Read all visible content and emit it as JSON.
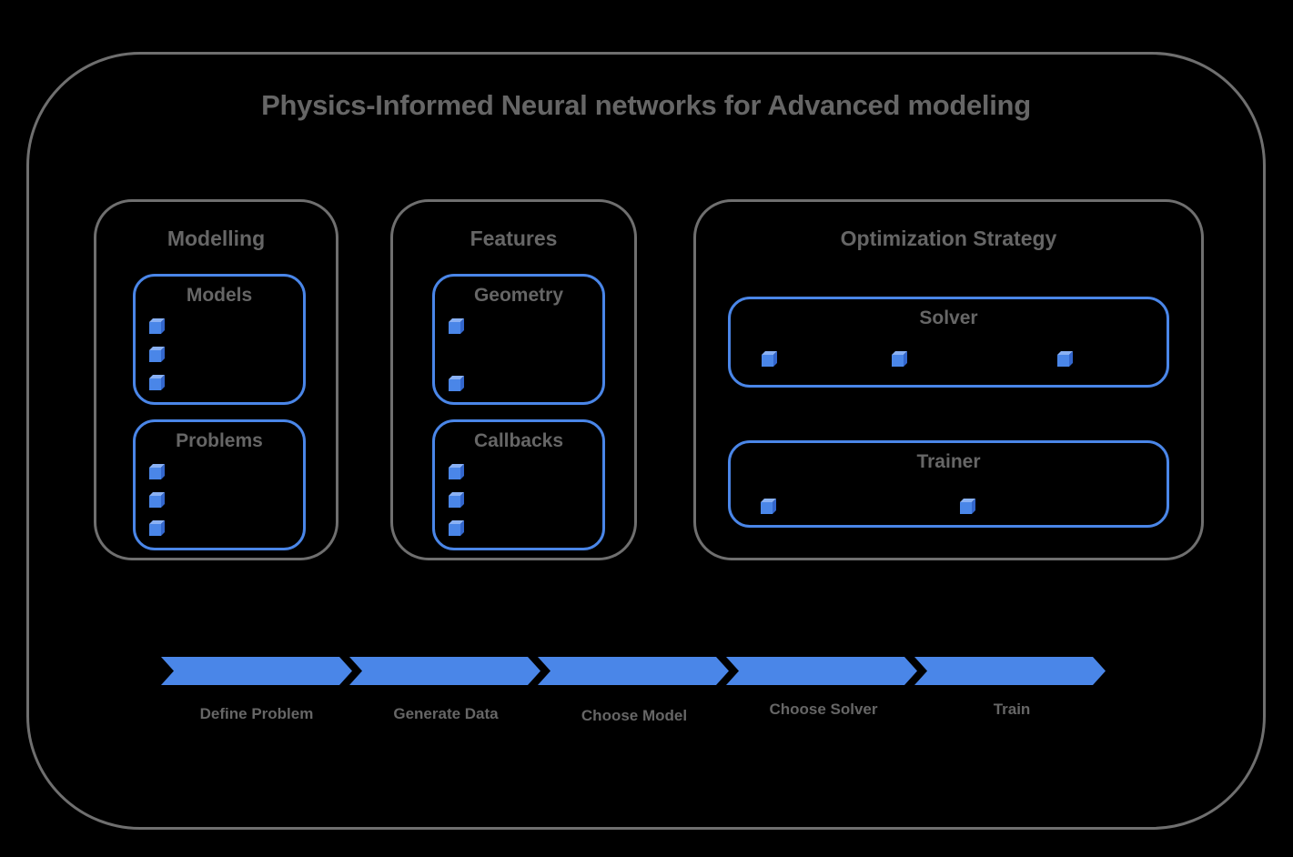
{
  "title": "Physics-Informed Neural networks for Advanced modeling",
  "colors": {
    "background": "#000000",
    "accent_blue": "#4a86e8",
    "border_gray": "#6f6f6f",
    "text_gray": "#666666",
    "cube_front": "#4a86e8",
    "cube_top": "#8ab1f4",
    "cube_side": "#3366cc"
  },
  "groups": [
    {
      "label": "Modelling",
      "boxes": [
        {
          "label": "Models",
          "bullet_count": 3
        },
        {
          "label": "Problems",
          "bullet_count": 3
        }
      ]
    },
    {
      "label": "Features",
      "boxes": [
        {
          "label": "Geometry",
          "bullet_count": 2
        },
        {
          "label": "Callbacks",
          "bullet_count": 3
        }
      ]
    },
    {
      "label": "Optimization Strategy",
      "boxes": [
        {
          "label": "Solver",
          "bullet_count": 3
        },
        {
          "label": "Trainer",
          "bullet_count": 2
        }
      ]
    }
  ],
  "workflow": {
    "steps": [
      {
        "label": "Define Problem"
      },
      {
        "label": "Generate Data"
      },
      {
        "label": "Choose Model"
      },
      {
        "label": "Choose Solver"
      },
      {
        "label": "Train"
      }
    ]
  }
}
